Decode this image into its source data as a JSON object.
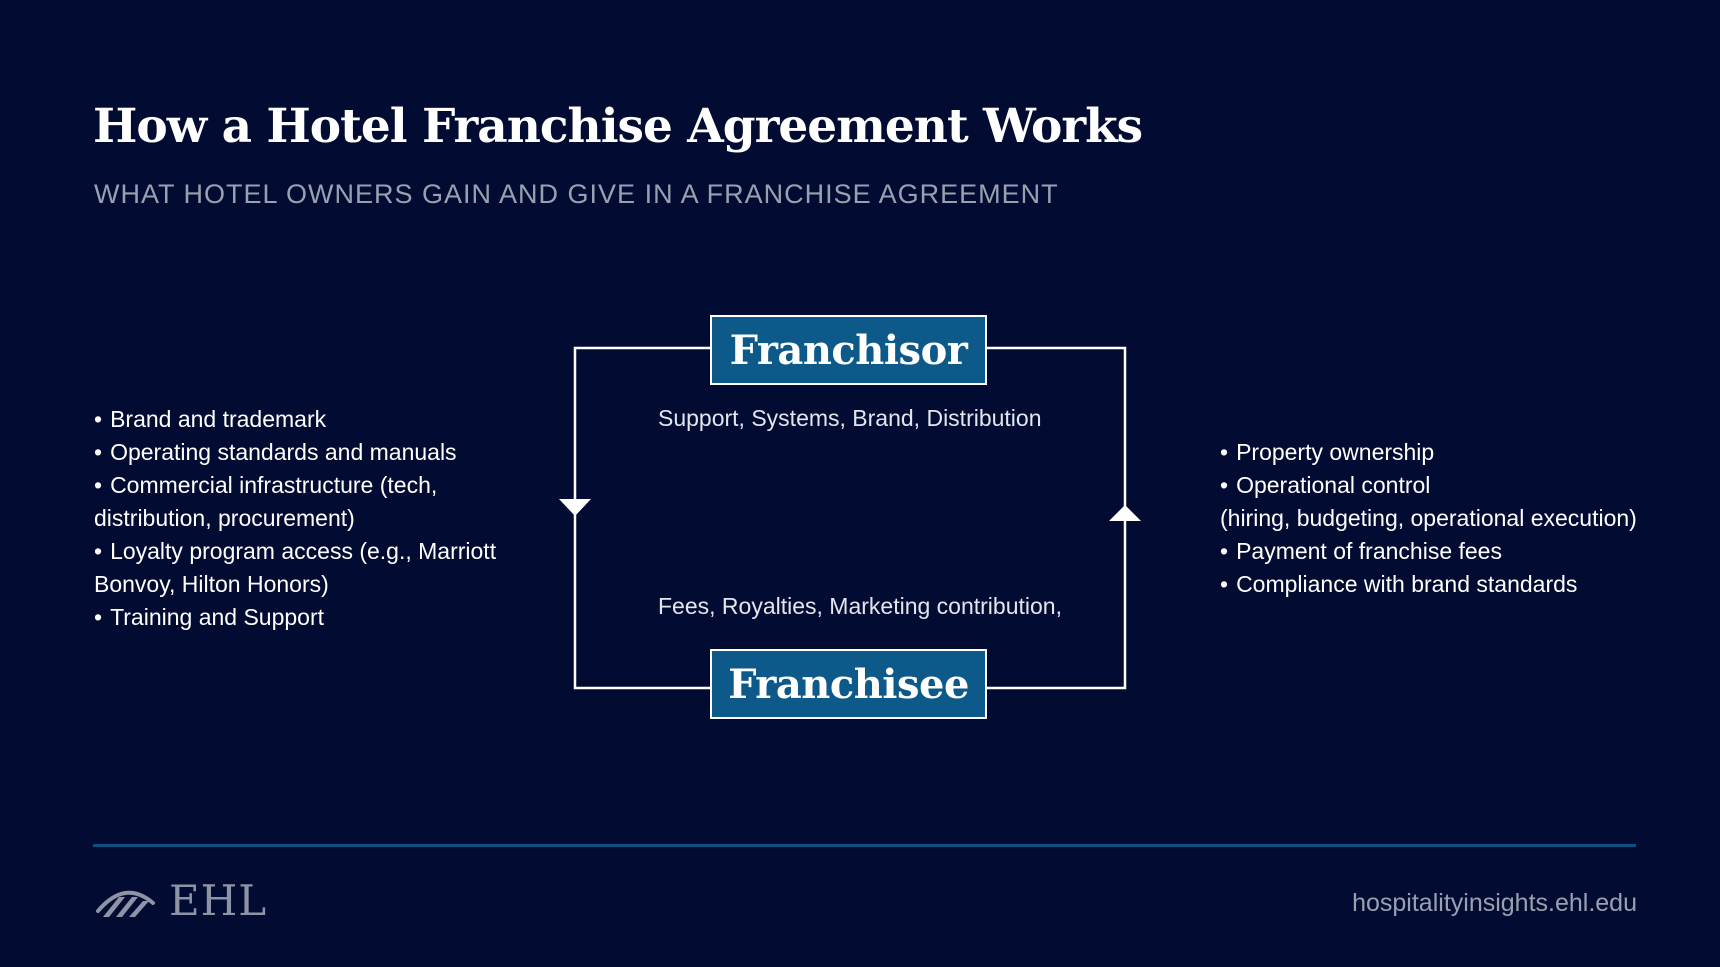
{
  "header": {
    "title": "How a Hotel Franchise Agreement Works",
    "subtitle": "WHAT HOTEL OWNERS GAIN AND GIVE IN A FRANCHISE AGREEMENT"
  },
  "diagram": {
    "franchisor_label": "Franchisor",
    "franchisee_label": "Franchisee",
    "franchisor_to_franchisee": "Support, Systems, Brand, Distribution",
    "franchisee_to_franchisor": "Fees, Royalties, Marketing contribution,"
  },
  "franchisor_provides": {
    "bullet": "•",
    "items": [
      "Brand and trademark",
      "Operating standards and manuals",
      "Commercial infrastructure (tech, distribution, procurement)",
      "Loyalty program access (e.g., Marriott Bonvoy, Hilton Honors)",
      "Training and Support"
    ]
  },
  "franchisee_provides": {
    "bullet": "•",
    "items": [
      "Property ownership",
      "Operational control",
      "(hiring, budgeting, operational execution)",
      "Payment of franchise fees",
      "Compliance with brand standards"
    ]
  },
  "footer": {
    "logo_text": "EHL",
    "logo_icon": "ehl-logo-mark-icon",
    "website": "hospitalityinsights.ehl.edu"
  },
  "colors": {
    "background": "#020c32",
    "box_fill": "#0d5a8a",
    "divider": "#0e4f82",
    "muted_text": "#9aa0b0"
  }
}
